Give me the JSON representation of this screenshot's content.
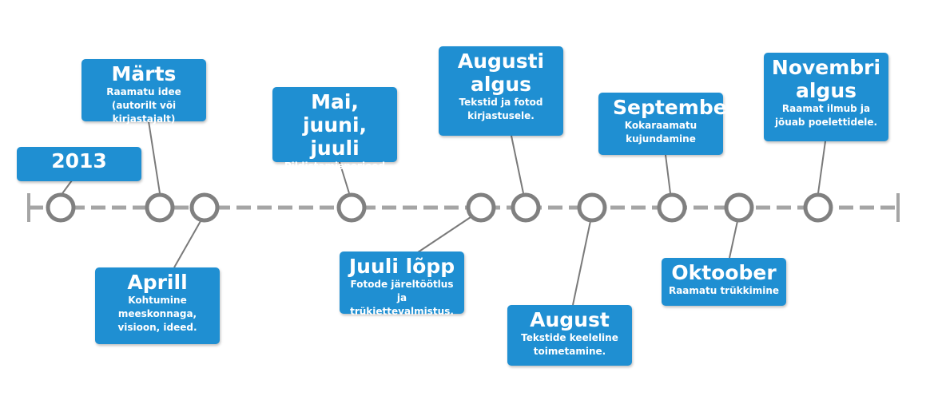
{
  "colors": {
    "box": "#1f8fd2",
    "line": "#a5a5a5",
    "node_stroke": "#808080",
    "connector": "#7a7a7a",
    "text": "#ffffff"
  },
  "events": [
    {
      "title": "2013",
      "description": ""
    },
    {
      "title": "Märts",
      "description": "Raamatu idee (autorilt või kirjastajalt)"
    },
    {
      "title": "Aprill",
      "description": "Kohtumine meeskonnaga, visioon, ideed."
    },
    {
      "title": "Mai, juuni, juuli",
      "description": "Pildistamisperiood"
    },
    {
      "title": "Juuli lõpp",
      "description": "Fotode järeltöötlus ja trükiettevalmistus."
    },
    {
      "title": "Augusti algus",
      "description": "Tekstid ja fotod kirjastusele."
    },
    {
      "title": "August",
      "description": "Tekstide keeleline toimetamine."
    },
    {
      "title": "September",
      "description": "Kokaraamatu kujundamine"
    },
    {
      "title": "Oktoober",
      "description": "Raamatu trükkimine"
    },
    {
      "title": "Novembri algus",
      "description": "Raamat ilmub ja jõuab poelettidele."
    }
  ]
}
